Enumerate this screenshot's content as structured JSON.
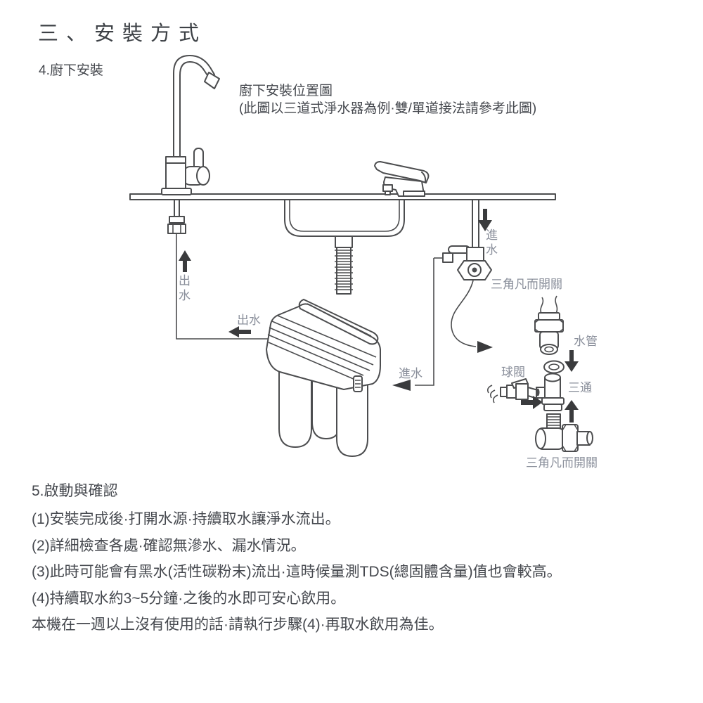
{
  "page": {
    "title": "三、安裝方式",
    "section_label": "4.廚下安裝"
  },
  "diagram": {
    "title": "廚下安裝位置圖",
    "subtitle": "(此圖以三道式淨水器為例·雙/單道接法請參考此圖)",
    "labels": {
      "inlet_under_counter": "進水",
      "angle_valve_top": "三角凡而開關",
      "outlet_riser": "出水",
      "outlet_to_faucet": "出水",
      "inlet_to_filter": "進水",
      "water_tube": "水管",
      "ball_valve": "球閥",
      "tee_fitting": "三通",
      "angle_valve_bottom": "三角凡而開關"
    }
  },
  "instructions": {
    "heading": "5.啟動與確認",
    "steps": [
      "(1)安裝完成後·打開水源·持續取水讓淨水流出。",
      "(2)詳細檢查各處·確認無滲水、漏水情況。",
      "(3)此時可能會有黑水(活性碳粉末)流出·這時候量測TDS(總固體含量)值也會較高。",
      "(4)持續取水約3~5分鐘·之後的水即可安心飲用。",
      "本機在一週以上沒有使用的話·請執行步驟(4)·再取水飲用為佳。"
    ]
  },
  "colors": {
    "text": "#45484e",
    "label": "#8a8f9b",
    "line": "#4c4d4f",
    "background": "#ffffff"
  }
}
